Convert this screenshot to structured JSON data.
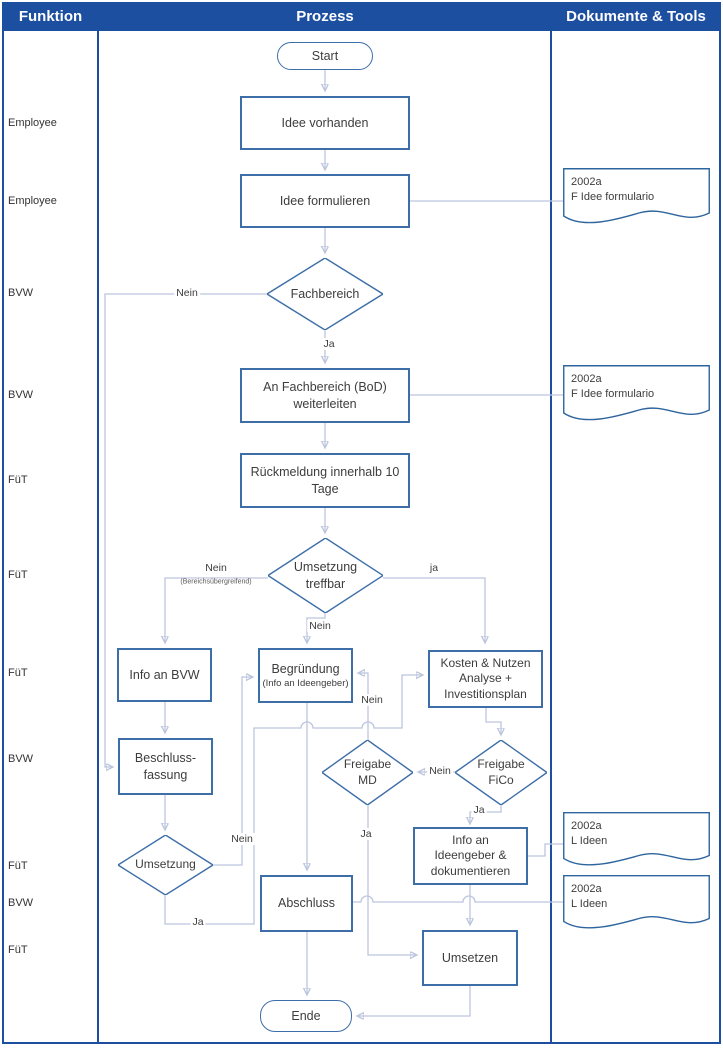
{
  "header": {
    "function": "Funktion",
    "process": "Prozess",
    "documents": "Dokumente & Tools"
  },
  "function_lane": [
    "Employee",
    "Employee",
    "BVW",
    "BVW",
    "FüT",
    "FüT",
    "FüT",
    "BVW",
    "FüT",
    "BVW",
    "FüT"
  ],
  "nodes": {
    "start": "Start",
    "idee_vorhanden": "Idee vorhanden",
    "idee_formulieren": "Idee formulieren",
    "fachbereich": "Fachbereich",
    "an_fachbereich": "An Fachbereich (BoD)\nweiterleiten",
    "rueckmeldung": "Rückmeldung innerhalb 10\nTage",
    "umsetzung_treffbar": "Umsetzung\ntreffbar",
    "info_an_bvw": "Info an BVW",
    "begruendung_title": "Begründung",
    "begruendung_sub": "(Info an Ideengeber)",
    "kosten": "Kosten & Nutzen\nAnalyse +\nInvestitionsplan",
    "beschlussfassung": "Beschluss-\nfassung",
    "freigabe_md": "Freigabe\nMD",
    "freigabe_fico": "Freigabe\nFiCo",
    "umsetzung": "Umsetzung",
    "info_ideengeber": "Info an\nIdeengeber &\ndokumentieren",
    "abschluss": "Abschluss",
    "umsetzen": "Umsetzen",
    "ende": "Ende"
  },
  "edge_labels": {
    "fachbereich_nein": "Nein",
    "fachbereich_ja": "Ja",
    "ut_nein_left": "Nein",
    "ut_nein_left_sub": "(Bereichsübergreifend)",
    "ut_nein_down": "Nein",
    "ut_ja": "ja",
    "umsetzung_nein": "Nein",
    "umsetzung_ja": "Ja",
    "md_nein": "Nein",
    "md_ja": "Ja",
    "fico_nein": "Nein",
    "fico_ja": "Ja"
  },
  "documents": [
    {
      "line1": "2002a",
      "line2": "F Idee formulario"
    },
    {
      "line1": "2002a",
      "line2": "F Idee formulario"
    },
    {
      "line1": "2002a",
      "line2": "L Ideen"
    },
    {
      "line1": "2002a",
      "line2": "L Ideen"
    }
  ],
  "colors": {
    "header_bg": "#1d4fa1",
    "shape_border": "#3d6ea8",
    "connector": "#bcc5dd",
    "text": "#3d3d3d"
  }
}
